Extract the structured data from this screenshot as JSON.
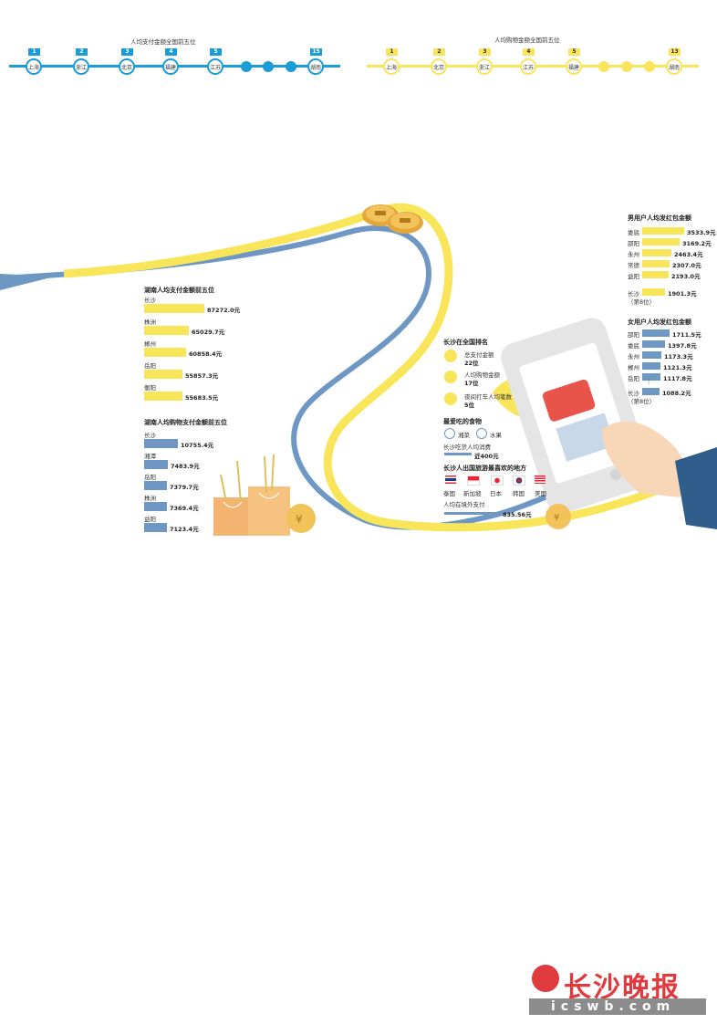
{
  "top_pay": {
    "title": "人均支付金额全国前五位",
    "items": [
      {
        "rank": "1",
        "name": "上海"
      },
      {
        "rank": "2",
        "name": "浙江"
      },
      {
        "rank": "3",
        "name": "北京"
      },
      {
        "rank": "4",
        "name": "福建"
      },
      {
        "rank": "5",
        "name": "江苏"
      },
      {
        "rank": "15",
        "name": "湖南"
      }
    ]
  },
  "top_shop": {
    "title": "人均购物金额全国前五位",
    "items": [
      {
        "rank": "1",
        "name": "上海"
      },
      {
        "rank": "2",
        "name": "北京"
      },
      {
        "rank": "3",
        "name": "浙江"
      },
      {
        "rank": "4",
        "name": "江苏"
      },
      {
        "rank": "5",
        "name": "福建"
      },
      {
        "rank": "13",
        "name": "湖南"
      }
    ]
  },
  "hunan_pay": {
    "title": "湖南人均支付金额前五位",
    "items": [
      {
        "city": "长沙",
        "value": "87272.0元",
        "amount": 87272.0
      },
      {
        "city": "株洲",
        "value": "65029.7元",
        "amount": 65029.7
      },
      {
        "city": "郴州",
        "value": "60858.4元",
        "amount": 60858.4
      },
      {
        "city": "岳阳",
        "value": "55857.3元",
        "amount": 55857.3
      },
      {
        "city": "衡阳",
        "value": "55683.5元",
        "amount": 55683.5
      }
    ]
  },
  "hunan_shop": {
    "title": "湖南人均购物支付金额前五位",
    "items": [
      {
        "city": "长沙",
        "value": "10755.4元",
        "amount": 10755.4
      },
      {
        "city": "湘潭",
        "value": "7483.9元",
        "amount": 7483.9
      },
      {
        "city": "岳阳",
        "value": "7379.7元",
        "amount": 7379.7
      },
      {
        "city": "株洲",
        "value": "7369.4元",
        "amount": 7369.4
      },
      {
        "city": "益阳",
        "value": "7123.4元",
        "amount": 7123.4
      }
    ]
  },
  "male_red": {
    "title": "男用户人均发红包金额",
    "items": [
      {
        "city": "娄底",
        "value": "3533.9元",
        "amount": 3533.9
      },
      {
        "city": "邵阳",
        "value": "3169.2元",
        "amount": 3169.2
      },
      {
        "city": "永州",
        "value": "2463.4元",
        "amount": 2463.4
      },
      {
        "city": "常德",
        "value": "2307.0元",
        "amount": 2307.0
      },
      {
        "city": "益阳",
        "value": "2193.0元",
        "amount": 2193.0
      }
    ],
    "changsha": {
      "city": "长沙",
      "value": "1901.3元",
      "amount": 1901.3,
      "rank": "（第8位）"
    }
  },
  "female_red": {
    "title": "女用户人均发红包金额",
    "items": [
      {
        "city": "邵阳",
        "value": "1711.5元",
        "amount": 1711.5
      },
      {
        "city": "娄底",
        "value": "1397.8元",
        "amount": 1397.8
      },
      {
        "city": "永州",
        "value": "1173.3元",
        "amount": 1173.3
      },
      {
        "city": "郴州",
        "value": "1121.3元",
        "amount": 1121.3
      },
      {
        "city": "岳阳",
        "value": "1117.8元",
        "amount": 1117.8
      }
    ],
    "ellipsis": "⋮",
    "changsha": {
      "city": "长沙",
      "value": "1088.2元",
      "amount": 1088.2,
      "rank": "（第8位）"
    }
  },
  "changsha_rank": {
    "title": "长沙在全国排名",
    "items": [
      {
        "label": "总支付金额",
        "value": "22位",
        "icon": "wallet-icon"
      },
      {
        "label": "人均购物金额",
        "value": "17位",
        "icon": "shopping-icon"
      },
      {
        "label": "夜间打车人均笔数",
        "value": "5位",
        "icon": "taxi-icon"
      }
    ]
  },
  "food": {
    "title": "最爱吃的食物",
    "items": [
      {
        "label": "湘菜",
        "icon": "dish-icon"
      },
      {
        "label": "水果",
        "icon": "fruit-icon"
      }
    ],
    "spend_label": "长沙吃货人均消费",
    "spend_value": "近400元"
  },
  "travel": {
    "title": "长沙人出国旅游最喜欢的地方",
    "countries": [
      {
        "name": "泰国",
        "icon": "thailand-flag-icon"
      },
      {
        "name": "新加坡",
        "icon": "singapore-flag-icon"
      },
      {
        "name": "日本",
        "icon": "japan-flag-icon"
      },
      {
        "name": "韩国",
        "icon": "korea-flag-icon"
      },
      {
        "name": "美国",
        "icon": "usa-flag-icon"
      }
    ],
    "abroad_label": "人均在境外支付",
    "abroad_value": "835.56元"
  },
  "watermark": {
    "logo_text": "长沙晚报",
    "url": "icswb.com"
  },
  "colors": {
    "blue": "#1a9cd8",
    "yellow": "#f9e55a",
    "steel": "#6f97c4",
    "red": "#e8544a"
  }
}
